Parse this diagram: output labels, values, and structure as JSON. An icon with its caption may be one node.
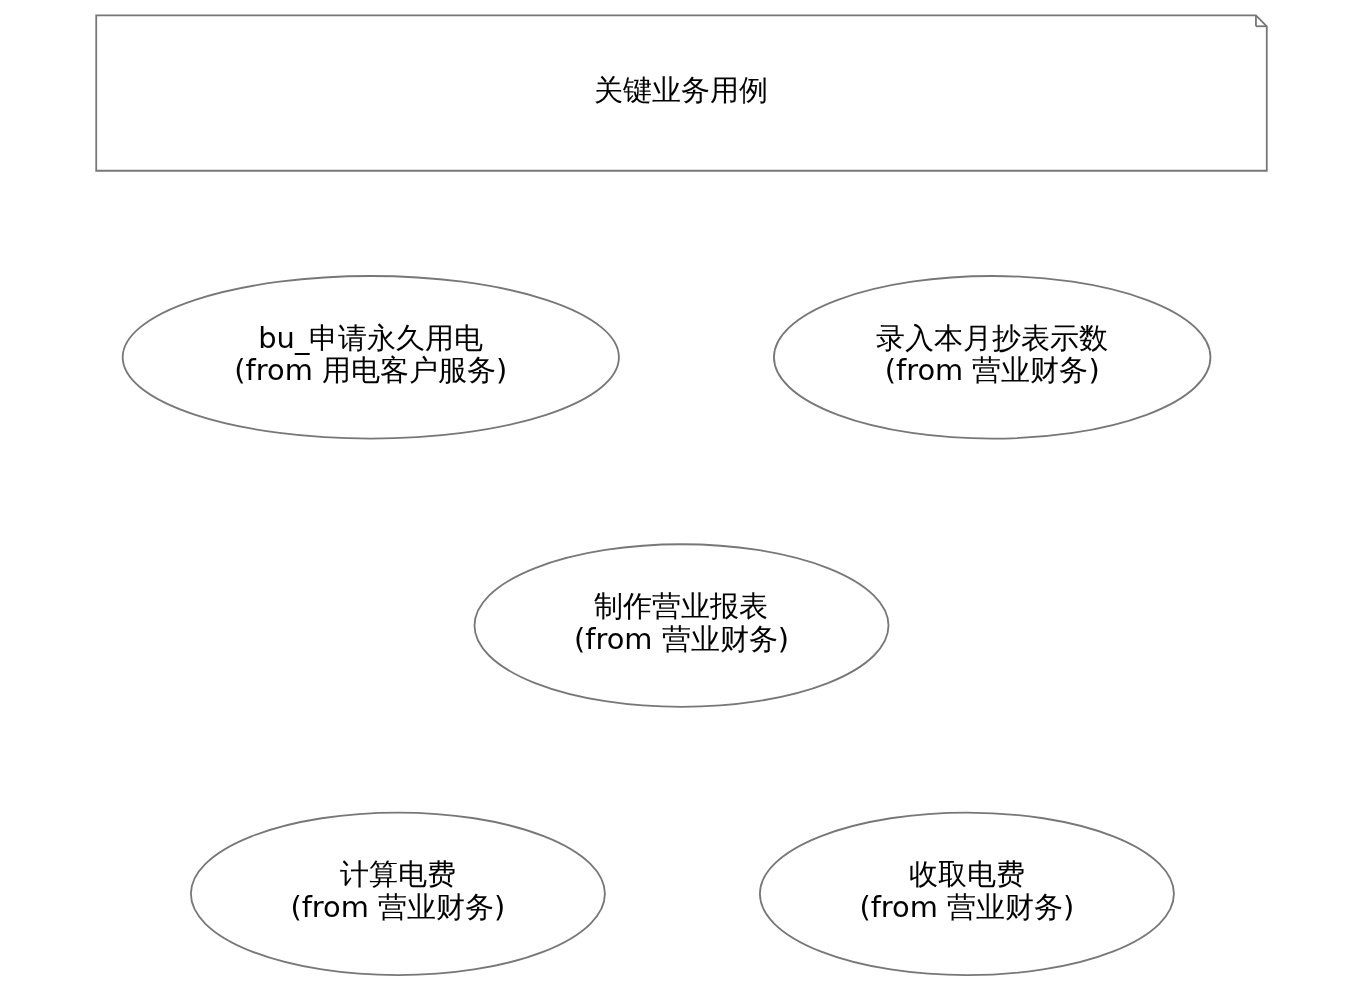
{
  "diagram": {
    "nodes": [
      {
        "text": [
          "关键业务用例"
        ]
      },
      {
        "text": [
          "bu_申请永久用电",
          "(from 用电客户服务)"
        ]
      },
      {
        "text": [
          "录入本月抄表示数",
          "(from 营业财务)"
        ]
      },
      {
        "text": [
          "制作营业报表",
          "(from 营业财务)"
        ]
      },
      {
        "text": [
          "计算电费",
          "(from 营业财务)"
        ]
      },
      {
        "text": [
          "收取电费",
          "(from 营业财务)"
        ]
      }
    ]
  }
}
